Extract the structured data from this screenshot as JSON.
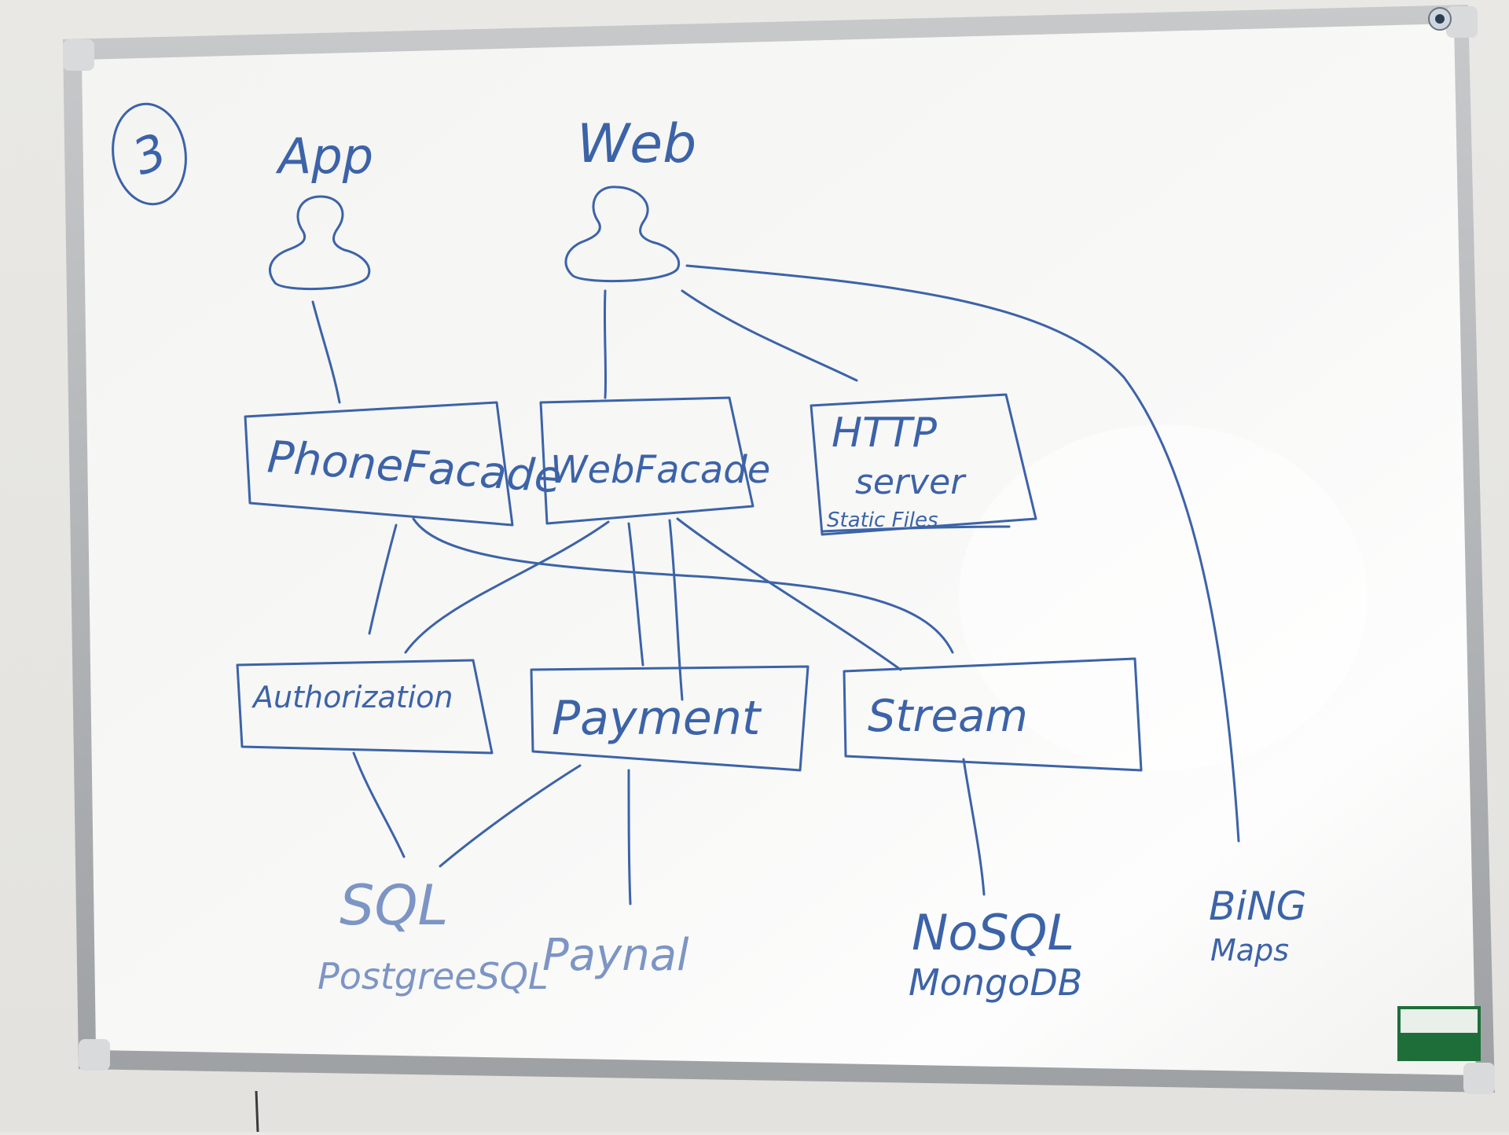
{
  "board": {
    "page_number": "3",
    "actors": {
      "app": "App",
      "web": "Web"
    },
    "boxes": {
      "phone_facade": "PhoneFacade",
      "web_facade": "WebFacade",
      "http_server": "HTTP",
      "http_server_sub": "server",
      "http_server_note": "Static Files",
      "authorization": "Authorization",
      "payment": "Payment",
      "stream": "Stream"
    },
    "stores": {
      "sql": "SQL",
      "sql_sub": "PostgreeSQL",
      "paynal": "Paynal",
      "nosql": "NoSQL",
      "nosql_sub": "MongoDB",
      "bing": "BiNG",
      "bing_sub": "Maps"
    }
  },
  "colors": {
    "marker_blue": "#3c63a8",
    "marker_faded": "#7d95c4",
    "board_white": "#f7f7f5",
    "frame_gray": "#a9acae"
  }
}
